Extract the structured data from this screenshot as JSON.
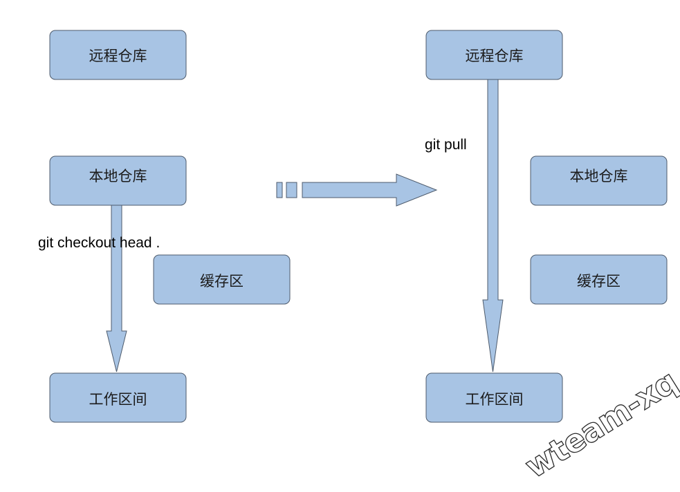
{
  "left_panel": {
    "remote_repo": "远程仓库",
    "local_repo": "本地仓库",
    "staging_area": "缓存区",
    "working_dir": "工作区间",
    "command": "git checkout head ."
  },
  "right_panel": {
    "remote_repo": "远程仓库",
    "local_repo": "本地仓库",
    "staging_area": "缓存区",
    "working_dir": "工作区间",
    "command": "git pull"
  },
  "watermark": "wteam-xq",
  "colors": {
    "node_fill": "#a8c4e4",
    "node_stroke": "#4d5a6b"
  }
}
